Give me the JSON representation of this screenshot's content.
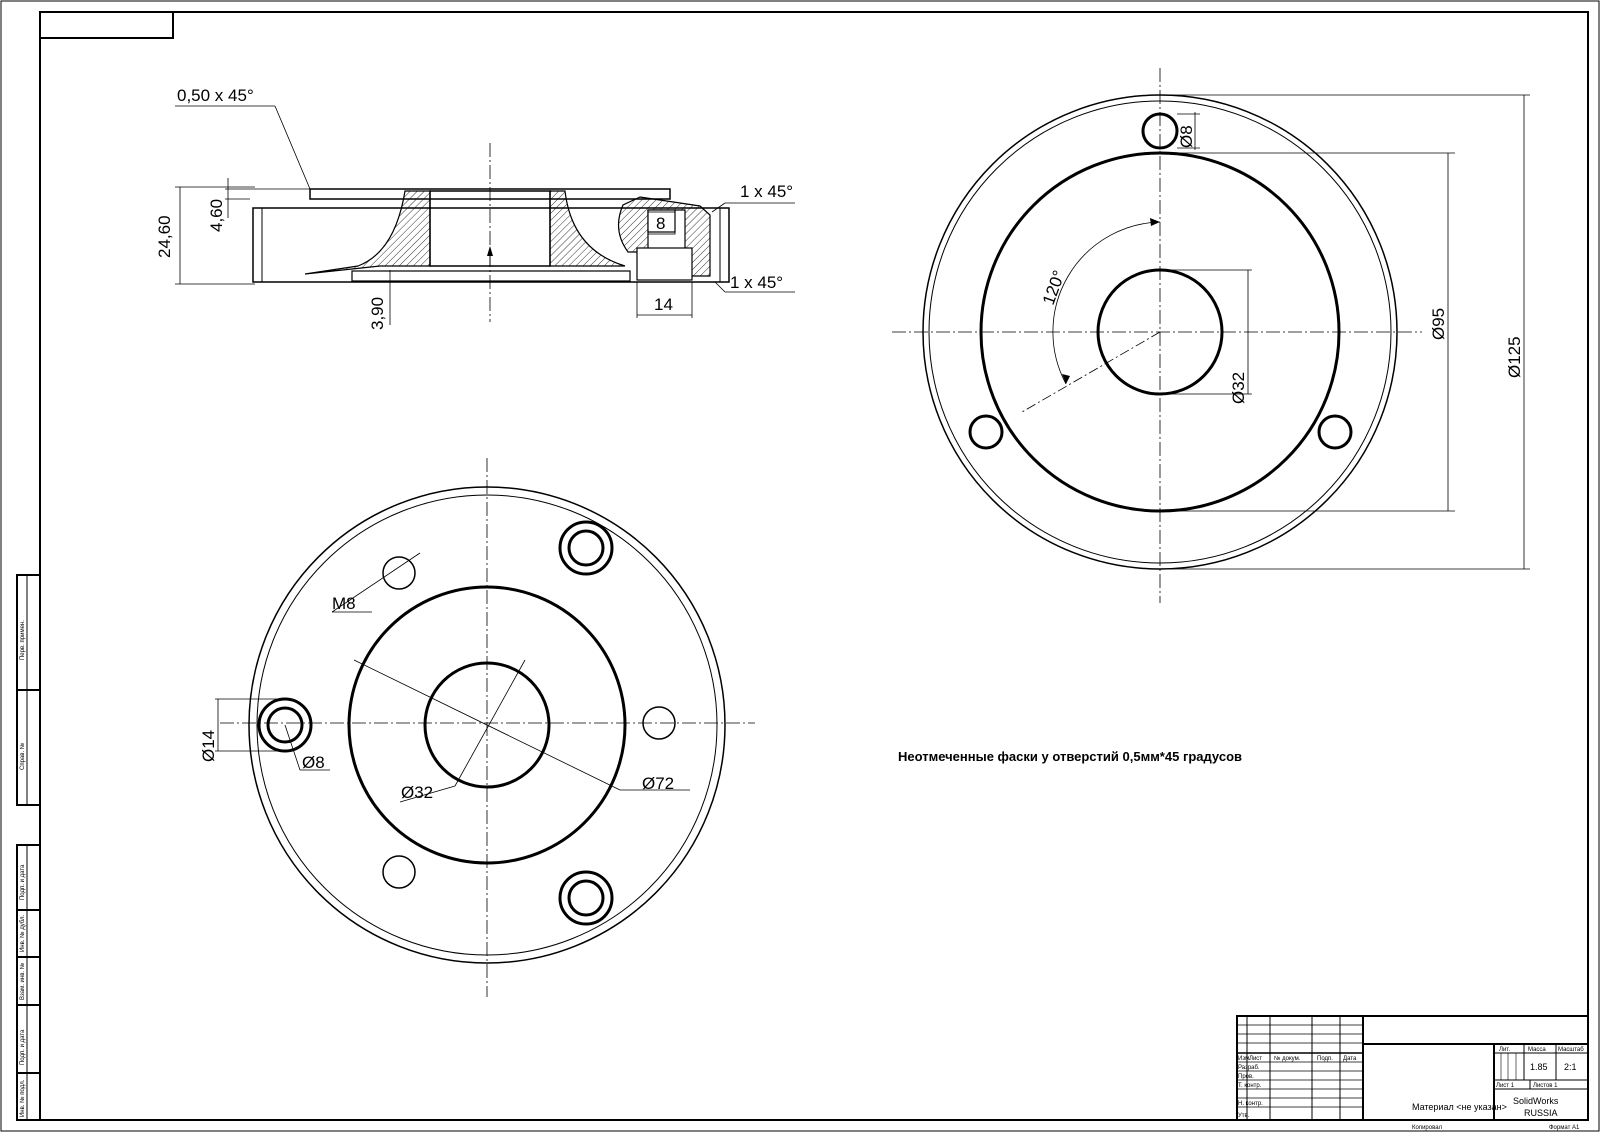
{
  "side_view": {
    "chamfer_top": "0,50 x 45°",
    "chamfer_right_top": "1 x 45°",
    "chamfer_right_bottom": "1 x 45°",
    "height_total": "24,60",
    "height_flange": "4,60",
    "depth_bottom": "3,90",
    "hole_dia": "8",
    "counterbore_width": "14"
  },
  "front_view": {
    "hole_dia": "Ø8",
    "outer_dia": "Ø125",
    "inner_dia": "Ø95",
    "bore_dia": "Ø32",
    "angle": "120°"
  },
  "bottom_view": {
    "thread": "M8",
    "counterbore_dia": "Ø14",
    "hole_dia": "Ø8",
    "bore_dia": "Ø32",
    "circle_dia": "Ø72"
  },
  "note": "Неотмеченные фаски у отверстий 0,5мм*45 градусов",
  "side_stamp": {
    "col1": "Перв. примен.",
    "col2": "Справ. №",
    "col3": "Подп. и дата",
    "col4": "Инв. № дубл.",
    "col5": "Взам. инв. №",
    "col6": "Подп. и дата",
    "col7": "Инв. № подл."
  },
  "title_block": {
    "h_izm": "Изм.",
    "h_list": "Лист",
    "h_doc": "№ докум.",
    "h_sign": "Подп.",
    "h_date": "Дата",
    "r_razrab": "Разраб.",
    "r_prov": "Пров.",
    "r_tkontr": "Т. контр.",
    "r_nkontr": "Н. контр.",
    "r_utv": "Утв.",
    "lit": "Лит.",
    "mass": "Масса",
    "scale": "Масштаб",
    "mass_value": "1.85",
    "scale_value": "2:1",
    "sheet": "Лист 1",
    "sheets": "Листов 1",
    "material": "Материал <не указан>",
    "company_1": "SolidWorks",
    "company_2": "RUSSIA",
    "copied": "Копировал",
    "format": "Формат A1"
  }
}
